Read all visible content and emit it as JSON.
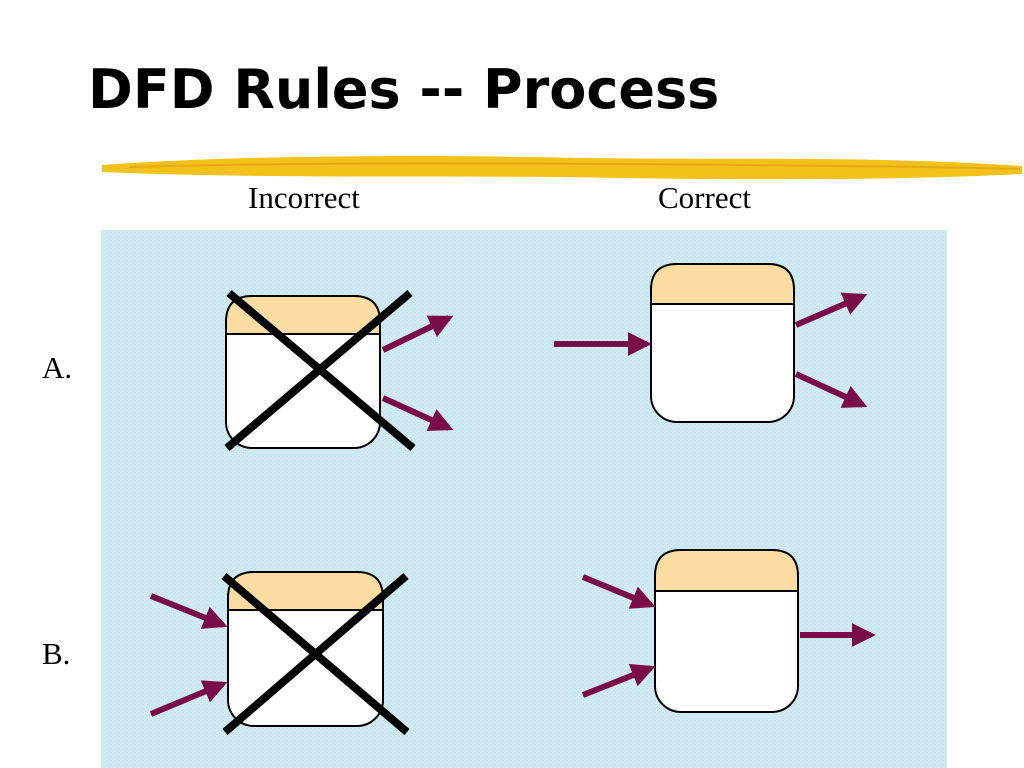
{
  "slide": {
    "title": "DFD Rules -- Process"
  },
  "columns": {
    "incorrect": "Incorrect",
    "correct": "Correct"
  },
  "rows": {
    "a": "A.",
    "b": "B."
  },
  "colors": {
    "title_text": "#000000",
    "underline": "#F2C21B",
    "panel_background": "#CFEAF2",
    "process_header": "#FCDCA0",
    "process_body": "#FFFFFF",
    "arrow": "#7A0C49",
    "cross": "#000000"
  }
}
